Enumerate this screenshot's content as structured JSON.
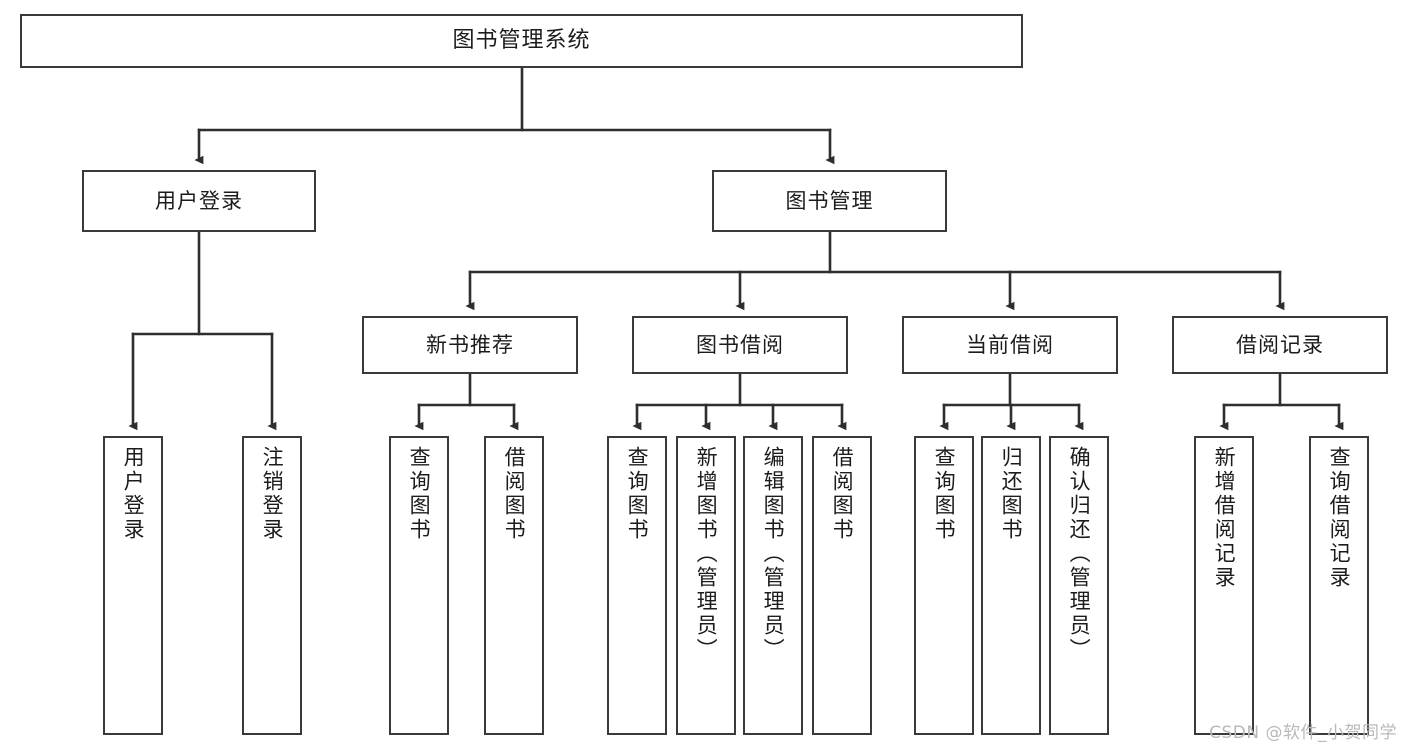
{
  "diagram": {
    "type": "tree",
    "title": "图书管理系统",
    "orientation": "top-down",
    "edge_color": "#3a3a3a",
    "box_border_color": "#3a3a3a",
    "box_fill_color": "#ffffff",
    "text_color": "#1c1c1c"
  },
  "nodes": {
    "root": {
      "label": "图书管理系统"
    },
    "level2": [
      {
        "label": "用户登录"
      },
      {
        "label": "图书管理"
      }
    ],
    "level3": [
      {
        "label": "新书推荐"
      },
      {
        "label": "图书借阅"
      },
      {
        "label": "当前借阅"
      },
      {
        "label": "借阅记录"
      }
    ],
    "leaves": {
      "user_login": [
        {
          "label": "用户登录"
        },
        {
          "label": "注销登录"
        }
      ],
      "new_book": [
        {
          "label": "查询图书"
        },
        {
          "label": "借阅图书"
        }
      ],
      "book_borrow": [
        {
          "label": "查询图书"
        },
        {
          "label": "新增图书（管理员）"
        },
        {
          "label": "编辑图书（管理员）"
        },
        {
          "label": "借阅图书"
        }
      ],
      "current_borrow": [
        {
          "label": "查询图书"
        },
        {
          "label": "归还图书"
        },
        {
          "label": "确认归还（管理员）"
        }
      ],
      "borrow_record": [
        {
          "label": "新增借阅记录"
        },
        {
          "label": "查询借阅记录"
        }
      ]
    }
  },
  "watermark": {
    "text": "CSDN @软件_小贺同学"
  }
}
